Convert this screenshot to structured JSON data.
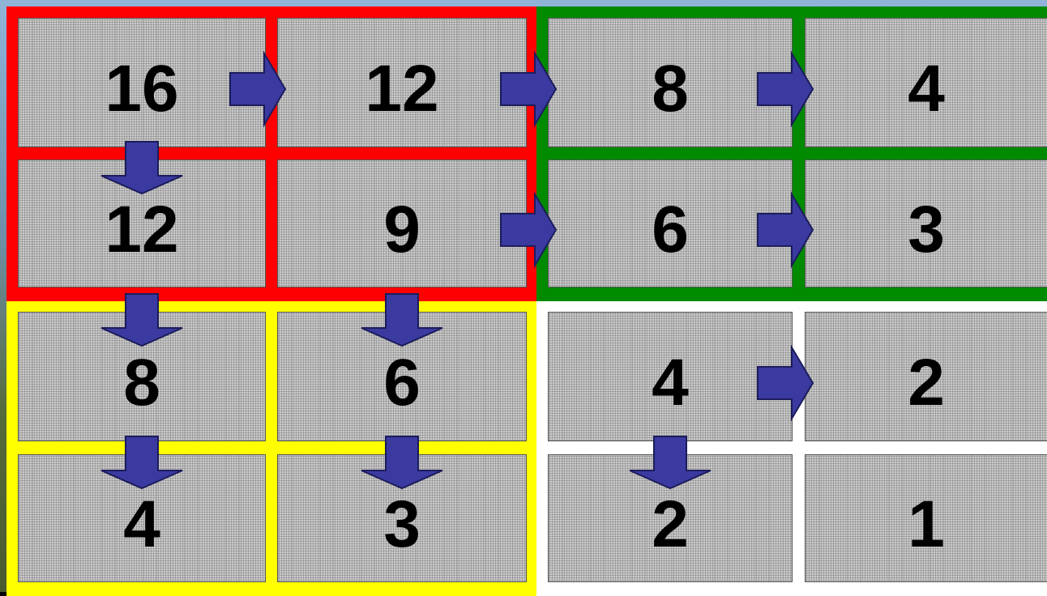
{
  "colors": {
    "red_group": "#ff0000",
    "green_group": "#008a00",
    "yellow_group": "#ffff00",
    "white_group": "#ffffff",
    "arrow_fill": "#3a3aa0",
    "arrow_stroke": "#1c1c5c"
  },
  "grid": {
    "rows": [
      [
        "16",
        "12",
        "8",
        "4"
      ],
      [
        "12",
        "9",
        "6",
        "3"
      ],
      [
        "8",
        "6",
        "4",
        "2"
      ],
      [
        "4",
        "3",
        "2",
        "1"
      ]
    ]
  },
  "arrows": [
    {
      "from": "r0c0",
      "to": "r0c1",
      "direction": "right"
    },
    {
      "from": "r0c1",
      "to": "r0c2",
      "direction": "right"
    },
    {
      "from": "r0c2",
      "to": "r0c3",
      "direction": "right"
    },
    {
      "from": "r0c0",
      "to": "r1c0",
      "direction": "down"
    },
    {
      "from": "r1c1",
      "to": "r1c2",
      "direction": "right"
    },
    {
      "from": "r1c2",
      "to": "r1c3",
      "direction": "right"
    },
    {
      "from": "r1c0",
      "to": "r2c0",
      "direction": "down"
    },
    {
      "from": "r1c1",
      "to": "r2c1",
      "direction": "down"
    },
    {
      "from": "r2c0",
      "to": "r3c0",
      "direction": "down"
    },
    {
      "from": "r2c1",
      "to": "r3c1",
      "direction": "down"
    },
    {
      "from": "r2c2",
      "to": "r2c3",
      "direction": "right"
    },
    {
      "from": "r2c2",
      "to": "r3c2",
      "direction": "down"
    }
  ],
  "icons": {
    "right": "arrow-right-icon",
    "down": "arrow-down-icon"
  }
}
